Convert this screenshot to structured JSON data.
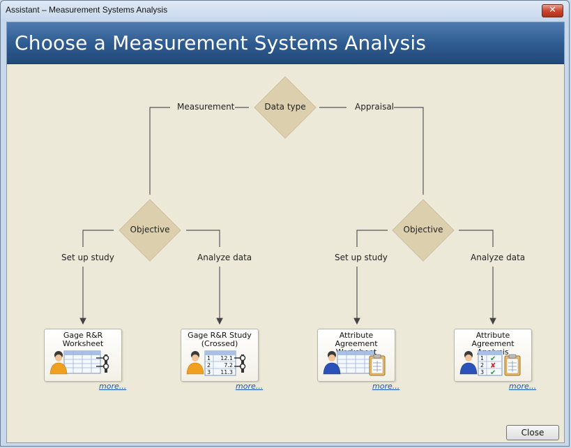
{
  "window": {
    "title": "Assistant – Measurement Systems Analysis",
    "close_glyph": "✕"
  },
  "header": {
    "title": "Choose a Measurement Systems Analysis"
  },
  "flowchart": {
    "root_decision": "Data type",
    "branch_left_label": "Measurement",
    "branch_right_label": "Appraisal",
    "left_decision": "Objective",
    "right_decision": "Objective",
    "left_setup_label": "Set up study",
    "left_analyze_label": "Analyze data",
    "right_setup_label": "Set up study",
    "right_analyze_label": "Analyze data"
  },
  "cards": [
    {
      "title_line1": "Gage R&R",
      "title_line2": "Worksheet",
      "more": "more...",
      "icon": "gage-worksheet-icon"
    },
    {
      "title_line1": "Gage R&R Study",
      "title_line2": "(Crossed)",
      "more": "more...",
      "icon": "gage-study-icon",
      "rows": [
        {
          "n": "1",
          "v": "12.1"
        },
        {
          "n": "2",
          "v": "7.2"
        },
        {
          "n": "3",
          "v": "11.3"
        }
      ]
    },
    {
      "title_line1": "Attribute Agreement",
      "title_line2": "Worksheet",
      "more": "more...",
      "icon": "attribute-worksheet-icon"
    },
    {
      "title_line1": "Attribute Agreement",
      "title_line2": "Analysis",
      "more": "more...",
      "icon": "attribute-analysis-icon",
      "rows": [
        {
          "n": "1",
          "v": "✔"
        },
        {
          "n": "2",
          "v": "✘"
        },
        {
          "n": "3",
          "v": "✔"
        }
      ]
    }
  ],
  "footer": {
    "close_label": "Close"
  },
  "colors": {
    "header_blue": "#2d5a8e",
    "diamond": "#dccfae",
    "background": "#ece9d9",
    "link": "#1a55b0"
  }
}
